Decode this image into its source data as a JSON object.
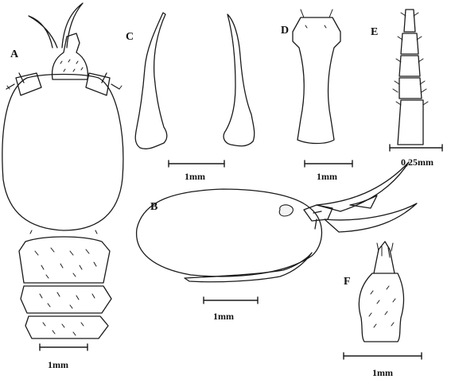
{
  "panel_labels": {
    "a": "A",
    "b": "B",
    "c": "C",
    "d": "D",
    "e": "E",
    "f": "F"
  },
  "scale_labels": {
    "a": "1mm",
    "b": "1mm",
    "c": "1mm",
    "d": "1mm",
    "e": "0,25mm",
    "f": "1mm"
  },
  "colors": {
    "ink": "#1a1a1a",
    "background": "#ffffff"
  }
}
